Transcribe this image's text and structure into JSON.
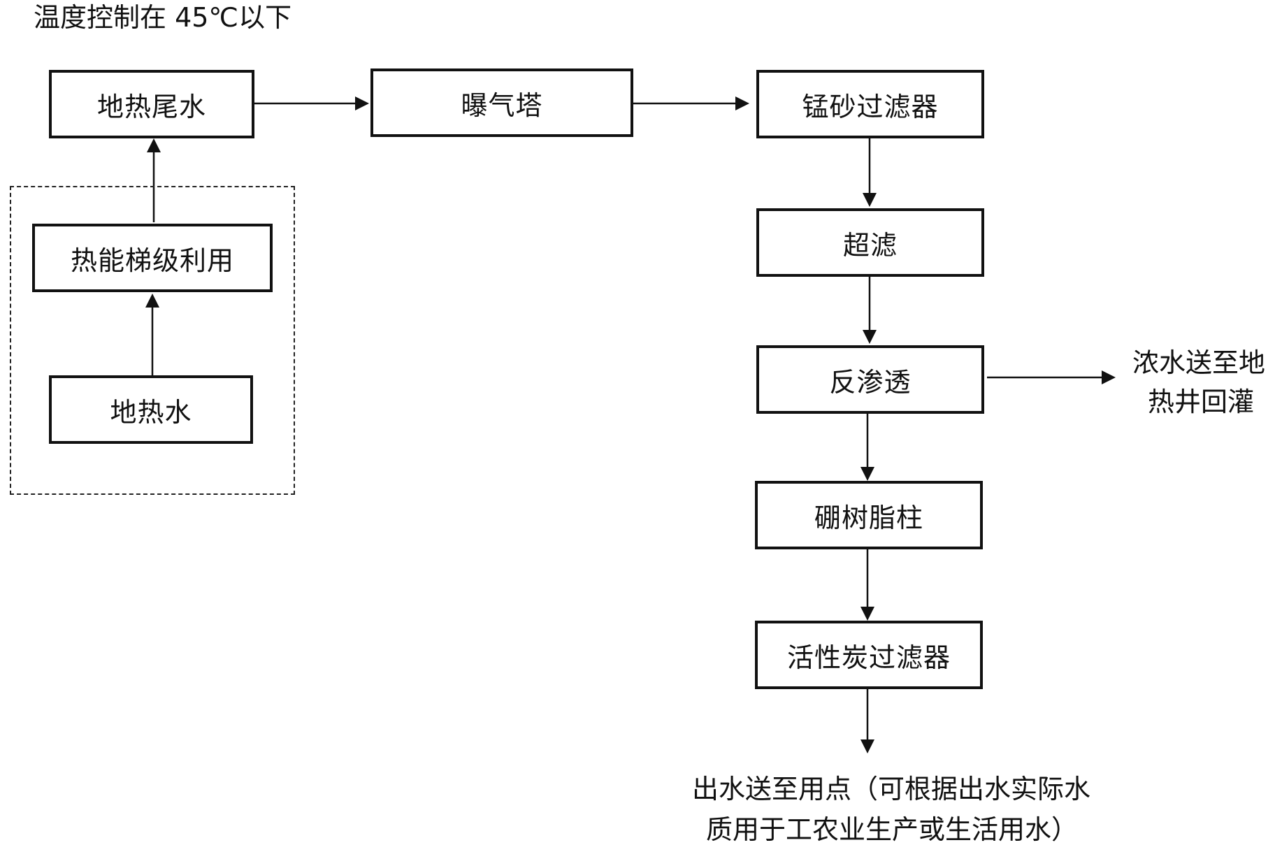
{
  "note": {
    "text": "温度控制在 45℃以下"
  },
  "nodes": {
    "geothermal_tail_water": "地热尾水",
    "aeration_tower": "曝气塔",
    "manganese_sand_filter": "锰砂过滤器",
    "ultrafiltration": "超滤",
    "reverse_osmosis": "反渗透",
    "boron_resin_column": "硼树脂柱",
    "activated_carbon_filter": "活性炭过滤器",
    "cascade_heat_utilization": "热能梯级利用",
    "geothermal_water": "地热水"
  },
  "outputs": {
    "concentrate": {
      "line1": "浓水送至地",
      "line2": "热井回灌"
    },
    "product_water": {
      "line1": "出水送至用点（可根据出水实际水",
      "line2": "质用于工农业生产或生活用水）"
    }
  },
  "edges": [
    {
      "from": "地热水",
      "to": "热能梯级利用"
    },
    {
      "from": "热能梯级利用",
      "to": "地热尾水"
    },
    {
      "from": "地热尾水",
      "to": "曝气塔"
    },
    {
      "from": "曝气塔",
      "to": "锰砂过滤器"
    },
    {
      "from": "锰砂过滤器",
      "to": "超滤"
    },
    {
      "from": "超滤",
      "to": "反渗透"
    },
    {
      "from": "反渗透",
      "to": "浓水送至地热井回灌"
    },
    {
      "from": "反渗透",
      "to": "硼树脂柱"
    },
    {
      "from": "硼树脂柱",
      "to": "活性炭过滤器"
    },
    {
      "from": "活性炭过滤器",
      "to": "出水送至用点"
    }
  ]
}
